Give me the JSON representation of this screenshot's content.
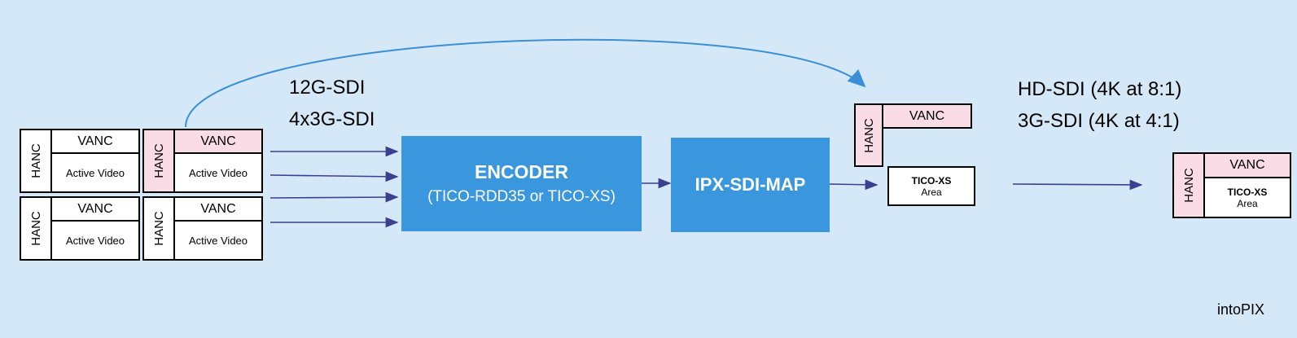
{
  "labels": {
    "input_top": "12G-SDI",
    "input_bottom": "4x3G-SDI",
    "output_top": "HD-SDI (4K at 8:1)",
    "output_bottom": "3G-SDI (4K at 4:1)",
    "brand": "intoPIX"
  },
  "frame": {
    "hanc": "HANC",
    "vanc": "VANC",
    "active": "Active Video"
  },
  "encoder": {
    "title": "ENCODER",
    "subtitle": "(TICO-RDD35 or TICO-XS)"
  },
  "mapper": {
    "title": "IPX-SDI-MAP"
  },
  "tico": {
    "title": "TICO-XS",
    "sub": "Area"
  },
  "colors": {
    "background": "#d5e8f7",
    "block_blue": "#3a96dd",
    "arrow_dark": "#3c3f8f",
    "arrow_light": "#3a8fd6",
    "vanc_pink": "#fadce6"
  }
}
